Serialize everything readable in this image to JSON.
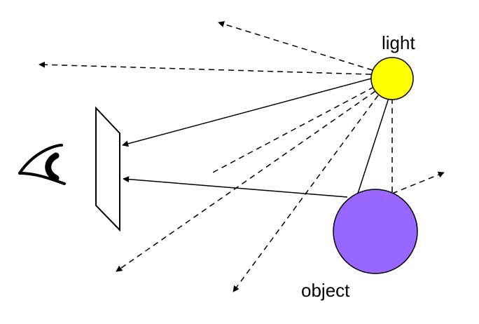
{
  "labels": {
    "light": "light",
    "object": "object"
  },
  "colors": {
    "light_fill": "#ffff00",
    "object_fill": "#9966ff",
    "stroke": "#000000"
  },
  "icons": {
    "viewer": "eye-icon",
    "screen": "image-plane"
  }
}
